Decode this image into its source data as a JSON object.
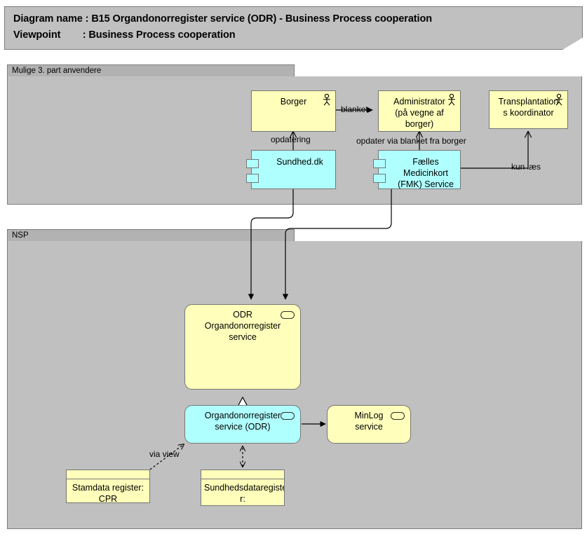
{
  "header": {
    "line1_key": "Diagram name :",
    "line1_value": "B15 Organdonorregister service (ODR) - Business Process cooperation",
    "line2_key": "Viewpoint",
    "line2_value": ": Business Process cooperation",
    "line1_full": "Diagram name : B15 Organdonorregister service (ODR) - Business Process cooperation",
    "line2_full": "Viewpoint        : Business Process cooperation"
  },
  "groups": [
    {
      "id": "third-party",
      "label": "Mulige 3. part anvendere"
    },
    {
      "id": "nsp",
      "label": "NSP"
    }
  ],
  "nodes": {
    "borger": {
      "label": "Borger",
      "type": "business-actor",
      "color": "#ffffbb"
    },
    "administrator": {
      "label": "Administrator\n(på vegne af\nborger)",
      "type": "business-actor",
      "color": "#ffffbb"
    },
    "transplantations": {
      "label": "Transplantation\ns koordinator",
      "type": "business-actor",
      "color": "#ffffbb"
    },
    "sundheddk": {
      "label": "Sundhed.dk",
      "type": "application-component",
      "color": "#b0ffff"
    },
    "fmk": {
      "label": "Fælles\nMedicinkort\n(FMK) Service",
      "type": "application-component",
      "color": "#b0ffff"
    },
    "odr_main": {
      "label": "ODR\nOrgandonorregister\nservice",
      "type": "business-service",
      "color": "#ffffbb"
    },
    "odr_service": {
      "label": "Organdonorregister\nservice (ODR)",
      "type": "application-service",
      "color": "#b0ffff"
    },
    "minlog": {
      "label": "MinLog\nservice",
      "type": "application-service",
      "color": "#ffffbb"
    },
    "cpr": {
      "label": "Stamdata register:\nCPR",
      "type": "data-object",
      "color": "#ffffbb"
    },
    "sundhedsdata": {
      "label": "Sundhedsdataregiste\nr:\nOrgandonorregister",
      "type": "data-object",
      "color": "#ffffbb"
    }
  },
  "edge_labels": {
    "blanket": "blanket",
    "opdatering": "opdatering",
    "opdater_via_blanket": "opdater via blanket fra borger",
    "kun_laes": "kun læs",
    "via_view": "via view"
  },
  "colors": {
    "yellow": "#ffffbb",
    "cyan": "#b0ffff",
    "group_body": "#c0c0c0",
    "group_tab": "#b2b2b2",
    "border": "#767676",
    "line": "#000000",
    "canvas": "#ffffff"
  }
}
